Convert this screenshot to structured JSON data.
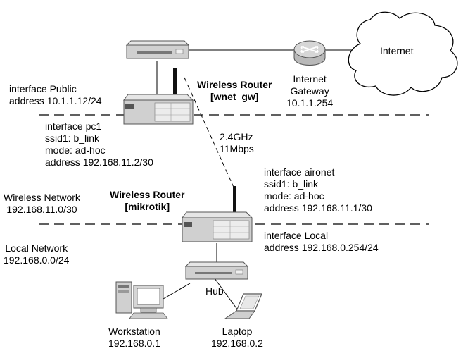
{
  "colors": {
    "device_light": "#dcdcdc",
    "device_mid": "#b8b8b8",
    "device_dark": "#555555",
    "router_circle": "#999999",
    "line": "#000000",
    "background": "#ffffff"
  },
  "cloud": {
    "label": "Internet"
  },
  "gateway": {
    "lines": [
      "Internet",
      "Gateway",
      "10.1.1.254"
    ]
  },
  "router_gw": {
    "title": [
      "Wireless Router",
      "[wnet_gw]"
    ],
    "public_interface": [
      "interface Public",
      "address 10.1.1.12/24"
    ],
    "wireless_interface": [
      "interface pc1",
      "ssid1: b_link",
      "mode: ad-hoc",
      "address 192.168.11.2/30"
    ]
  },
  "link": {
    "lines": [
      "2.4GHz",
      "11Mbps"
    ]
  },
  "router_mikrotik": {
    "title": [
      "Wireless Router",
      "[mikrotik]"
    ],
    "wireless_interface": [
      "interface aironet",
      "ssid1: b_link",
      "mode: ad-hoc",
      "address 192.168.11.1/30"
    ],
    "local_interface": [
      "interface Local",
      "address 192.168.0.254/24"
    ]
  },
  "networks": {
    "wireless": [
      "Wireless Network",
      "192.168.11.0/30"
    ],
    "local": [
      "Local Network",
      "192.168.0.0/24"
    ]
  },
  "hub": {
    "label": "Hub"
  },
  "workstation": {
    "lines": [
      "Workstation",
      "192.168.0.1"
    ]
  },
  "laptop": {
    "lines": [
      "Laptop",
      "192.168.0.2"
    ]
  }
}
